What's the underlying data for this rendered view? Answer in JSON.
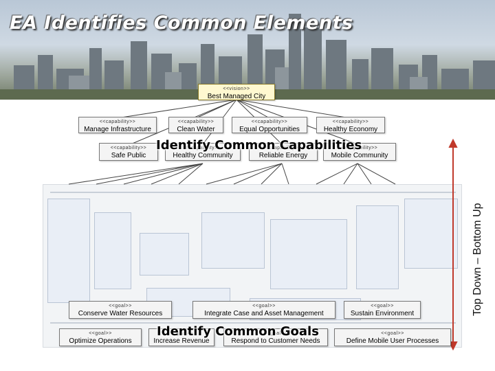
{
  "slide": {
    "title": "EA Identifies Common Elements",
    "side_label": "Top Down – Bottom Up"
  },
  "callouts": {
    "capabilities": "Identify Common Capabilities",
    "goals": "Identify Common Goals"
  },
  "stereotypes": {
    "vision": "<<vision>>",
    "capability": "<<capability>>",
    "goal": "<<goal>>"
  },
  "vision": {
    "name": "Best Managed City"
  },
  "capabilities_row1": [
    {
      "name": "Manage Infrastructure"
    },
    {
      "name": "Clean Water"
    },
    {
      "name": "Equal Opportunities"
    },
    {
      "name": "Healthy Economy"
    }
  ],
  "capabilities_row2": [
    {
      "name": "Safe Public"
    },
    {
      "name": "Healthy Community"
    },
    {
      "name": "Reliable Energy"
    },
    {
      "name": "Mobile Community"
    }
  ],
  "goals_row1": [
    {
      "name": "Conserve Water Resources"
    },
    {
      "name": "Integrate Case and Asset Management"
    },
    {
      "name": "Sustain Environment"
    }
  ],
  "goals_row2": [
    {
      "name": "Optimize Operations"
    },
    {
      "name": "Increase Revenue"
    },
    {
      "name": "Respond to Customer Needs"
    },
    {
      "name": "Define Mobile User Processes"
    }
  ],
  "colors": {
    "title_text": "#ffffff",
    "box_fill": "#f4f4f4",
    "vision_fill": "#fff8d0",
    "connector": "#444444",
    "arrow_accent": "#c0392b"
  }
}
